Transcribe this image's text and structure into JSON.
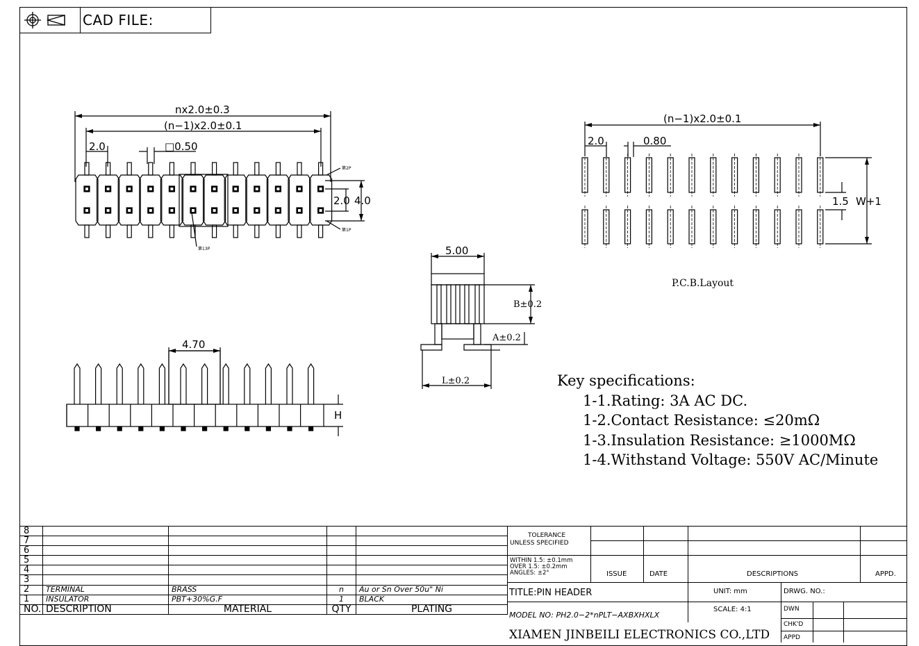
{
  "cad": {
    "label": "CAD FILE:"
  },
  "top_view": {
    "dim_overall": "nx2.0±0.3",
    "dim_pitch_total": "(n−1)x2.0±0.1",
    "dim_pitch": "2.0",
    "dim_pin_sq": "□0.50",
    "dim_row": "2.0",
    "dim_width": "4.0",
    "label_2p": "第2P",
    "label_1p": "第1P",
    "label_13p": "第13P"
  },
  "pcb": {
    "dim_total": "(n−1)x2.0±0.1",
    "dim_pitch": "2.0",
    "dim_pad": "0.80",
    "dim_gap": "1.5",
    "dim_w": "W+1",
    "caption": "P.C.B.Layout"
  },
  "side_view": {
    "dim_5": "5.00",
    "dim_b": "B±0.2",
    "dim_a": "A±0.2",
    "dim_l": "L±0.2"
  },
  "front_view": {
    "dim_470": "4.70",
    "dim_h": "H"
  },
  "key_specs": {
    "title": "Key specifications:",
    "items": [
      "1-1.Rating: 3A AC DC.",
      "1-2.Contact Resistance: ≤20mΩ",
      "1-3.Insulation Resistance: ≥1000MΩ",
      "1-4.Withstand Voltage: 550V AC/Minute"
    ]
  },
  "parts_table": {
    "rows": [
      {
        "no": "8",
        "desc": "",
        "material": "",
        "qty": "",
        "plating": ""
      },
      {
        "no": "7",
        "desc": "",
        "material": "",
        "qty": "",
        "plating": ""
      },
      {
        "no": "6",
        "desc": "",
        "material": "",
        "qty": "",
        "plating": ""
      },
      {
        "no": "5",
        "desc": "",
        "material": "",
        "qty": "",
        "plating": ""
      },
      {
        "no": "4",
        "desc": "",
        "material": "",
        "qty": "",
        "plating": ""
      },
      {
        "no": "3",
        "desc": "",
        "material": "",
        "qty": "",
        "plating": ""
      },
      {
        "no": "2",
        "desc": "TERMINAL",
        "material": "BRASS",
        "qty": "n",
        "plating": "Au or Sn Over 50u\" Ni"
      },
      {
        "no": "1",
        "desc": "INSULATOR",
        "material": "PBT+30%G.F",
        "qty": "1",
        "plating": "BLACK"
      }
    ],
    "header": {
      "no": "NO.",
      "desc": "DESCRIPTION",
      "material": "MATERIAL",
      "qty": "QTY",
      "plating": "PLATING"
    }
  },
  "title_block": {
    "tolerance_1": "TOLERANCE",
    "tolerance_2": "UNLESS SPECIFIED",
    "within": "WITHIN 1.5: ±0.1mm",
    "over": "OVER 1.5:  ±0.2mm",
    "angles": "ANGLES: ±2°",
    "issue": "ISSUE",
    "date": "DATE",
    "descriptions": "DESCRIPTIONS",
    "appd": "APPD.",
    "title": "TITLE:PIN HEADER",
    "unit": "UNIT: mm",
    "drwg_no": "DRWG. NO.:",
    "model": "MODEL NO: PH2.0−2*nPLT−AXBXHXLX",
    "scale": "SCALE: 4:1",
    "dwn": "DWN",
    "chkd": "CHK'D",
    "company": "XIAMEN JINBEILI ELECTRONICS CO.,LTD",
    "appd2": "APPD"
  }
}
